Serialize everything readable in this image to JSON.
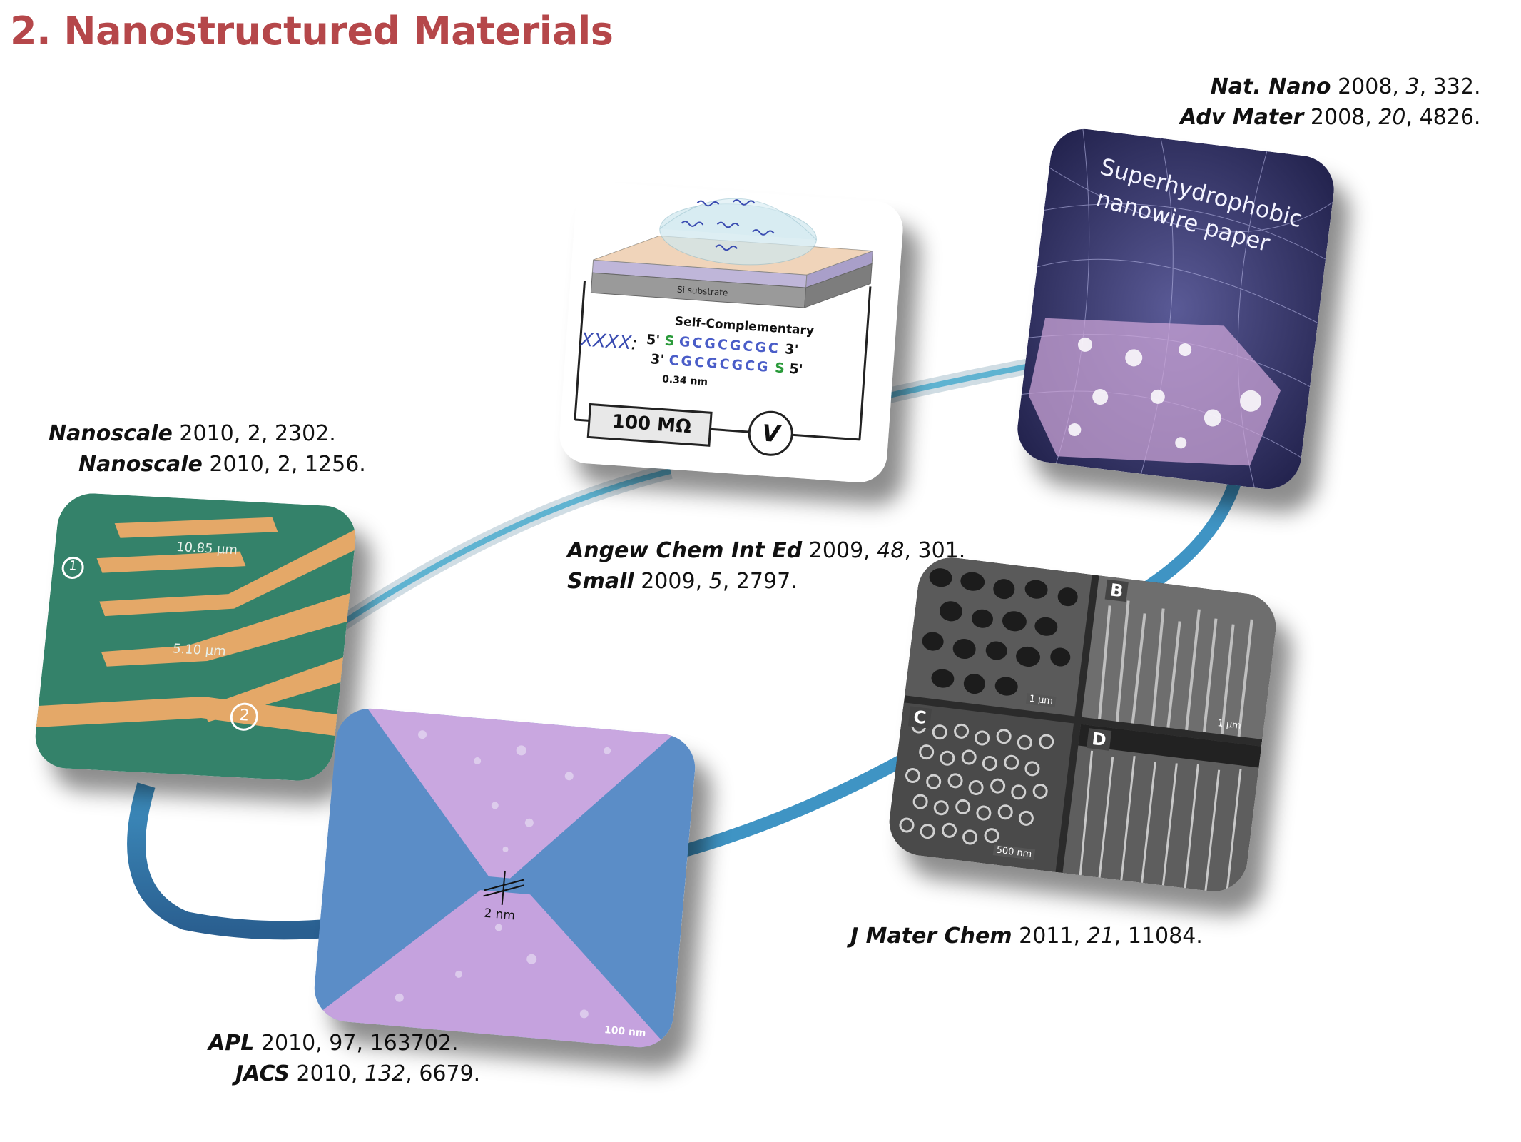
{
  "title": "2. Nanostructured Materials",
  "refs": {
    "top_right": {
      "line1": {
        "journal": "Nat. Nano",
        "year": " 2008, ",
        "volume": "3",
        "pages": ", 332."
      },
      "line2": {
        "journal": "Adv Mater",
        "year": " 2008, ",
        "volume": "20",
        "pages": ", 4826."
      }
    },
    "left": {
      "line1": {
        "journal": "Nanoscale",
        "rest": " 2010, 2, 2302."
      },
      "line2": {
        "journal": "Nanoscale",
        "rest": " 2010, 2, 1256."
      }
    },
    "middle": {
      "line1": {
        "journal": "Angew Chem Int Ed",
        "year": " 2009, ",
        "volume": "48",
        "pages": ", 301."
      },
      "line2": {
        "journal": "Small",
        "year": " 2009, ",
        "volume": "5",
        "pages": ", 2797."
      }
    },
    "bottom_right": {
      "line1": {
        "journal": "J Mater Chem",
        "year": " 2011, ",
        "volume": "21",
        "pages": ", 11084."
      }
    },
    "bottom_left": {
      "line1": {
        "journal": "APL",
        "rest": " 2010, 97, 163702."
      },
      "line2": {
        "journal": "JACS",
        "year": " 2010, ",
        "volume": "132",
        "pages": ", 6679."
      }
    }
  },
  "cards": {
    "electrodes": {
      "label_top": "10.85 μm",
      "label_mid": "5.10 μm",
      "marker1": "1",
      "marker2": "2"
    },
    "dna": {
      "substrate": "Si substrate",
      "self_comp": "Self-Complementary",
      "seq1_prefix": "5'",
      "seq1_s": "S",
      "seq1": "GCGCGCGC",
      "seq1_suffix": "3'",
      "seq2_prefix": "3'",
      "seq2": "CGCGCGCG",
      "seq2_s": "S",
      "seq2_suffix": "5'",
      "spacing": "0.34 nm",
      "resistor": "100 MΩ",
      "voltmeter": "V",
      "helix_glyph": "XXXX",
      "colon": ":"
    },
    "paper": {
      "line1": "Superhydrophobic",
      "line2": "nanowire paper"
    },
    "sem": {
      "a_scale": "1 μm",
      "b": "B",
      "b_scale": "1 μm",
      "c": "C",
      "c_scale": "500 nm",
      "d": "D"
    },
    "gap": {
      "gap_label": "2 nm",
      "scale": "100 nm"
    }
  },
  "colors": {
    "title": "#b5474a",
    "ring_light": "#5fb6d3",
    "ring_dark": "#2e6f9e"
  }
}
